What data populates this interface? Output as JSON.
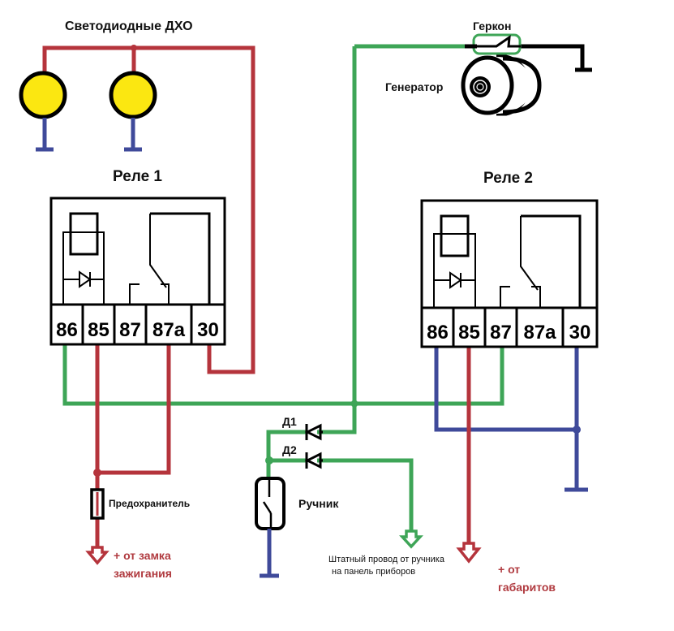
{
  "title": "Светодиодные ДХО",
  "colors": {
    "red": "#b5343c",
    "green": "#3ea557",
    "blue": "#3f4a9a",
    "yellow": "#fbe711",
    "black": "#000000",
    "redText": "#b03a3f"
  },
  "relay1": {
    "title": "Реле 1",
    "pins": [
      "86",
      "85",
      "87",
      "87а",
      "30"
    ]
  },
  "relay2": {
    "title": "Реле  2",
    "pins": [
      "86",
      "85",
      "87",
      "87а",
      "30"
    ]
  },
  "labels": {
    "reed_switch": "Геркон",
    "generator": "Генератор",
    "diode1": "Д1",
    "diode2": "Д2",
    "handbrake": "Ручник",
    "fuse": "Предохранитель",
    "ignition_line1": "+ от замка",
    "ignition_line2": "зажигания",
    "dashboard_line1": "Штатный провод от ручника",
    "dashboard_line2": "на панель приборов",
    "parking_line1": "+ от",
    "parking_line2": "габаритов"
  }
}
